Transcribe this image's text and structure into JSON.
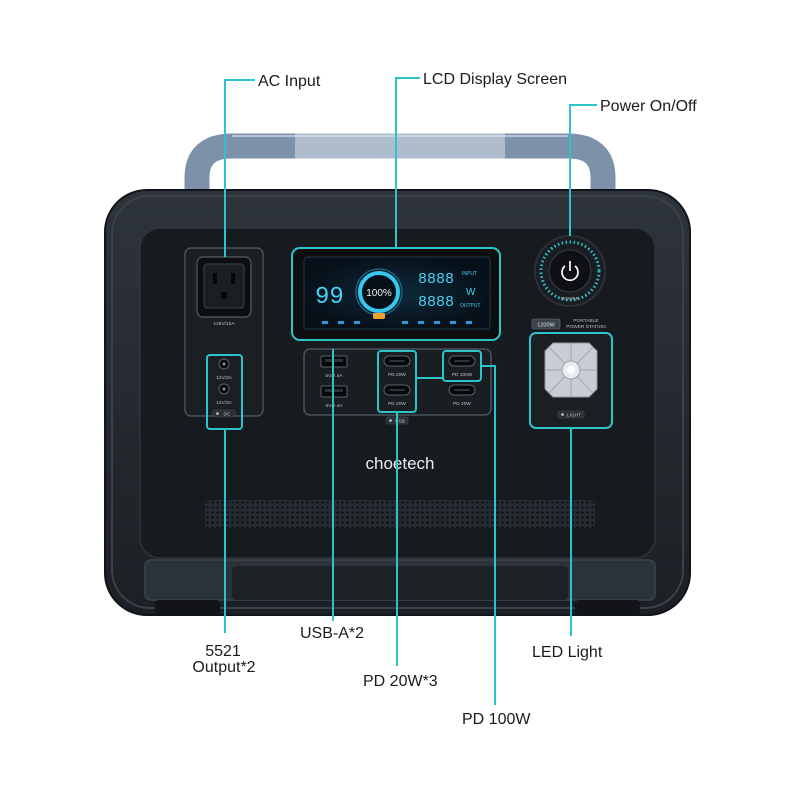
{
  "colors": {
    "callout": "#2cc3c9",
    "body": "#22272d",
    "handle": "#8397b0",
    "lcd_text": "#46d0f2"
  },
  "callouts": {
    "ac_input": "AC Input",
    "lcd_display": "LCD Display Screen",
    "power": "Power On/Off",
    "dc_output_line1": "5521",
    "dc_output_line2": "Output*2",
    "usb_a": "USB-A*2",
    "pd_20w": "PD 20W*3",
    "pd_100w": "PD 100W",
    "led_light": "LED Light"
  },
  "device": {
    "brand_logo": "choetech",
    "ac_socket_rating": "125V/10A",
    "dc_ports": [
      {
        "rating": "12V/3A"
      },
      {
        "rating": "12V/3A"
      }
    ],
    "dc_button": "DC",
    "usb_a_ports": [
      {
        "rating": "5V/2.4A"
      },
      {
        "rating": "5V/2.4A"
      }
    ],
    "usb_c_ports": [
      {
        "rating": "PD 20W"
      },
      {
        "rating": "PD 20W"
      },
      {
        "rating": "PD 100W"
      },
      {
        "rating": "PD 20W"
      }
    ],
    "usb_button": "USB",
    "power_button_label": "POWER",
    "capacity_badge": "1200W",
    "model_line1": "PORTABLE",
    "model_line2": "POWER STATION",
    "light_button": "LIGHT",
    "lcd": {
      "battery_value": "99",
      "ring_percent": "100%",
      "input_value": "8888",
      "input_label": "INPUT",
      "unit": "W",
      "output_value": "8888",
      "output_label": "OUTPUT"
    }
  }
}
